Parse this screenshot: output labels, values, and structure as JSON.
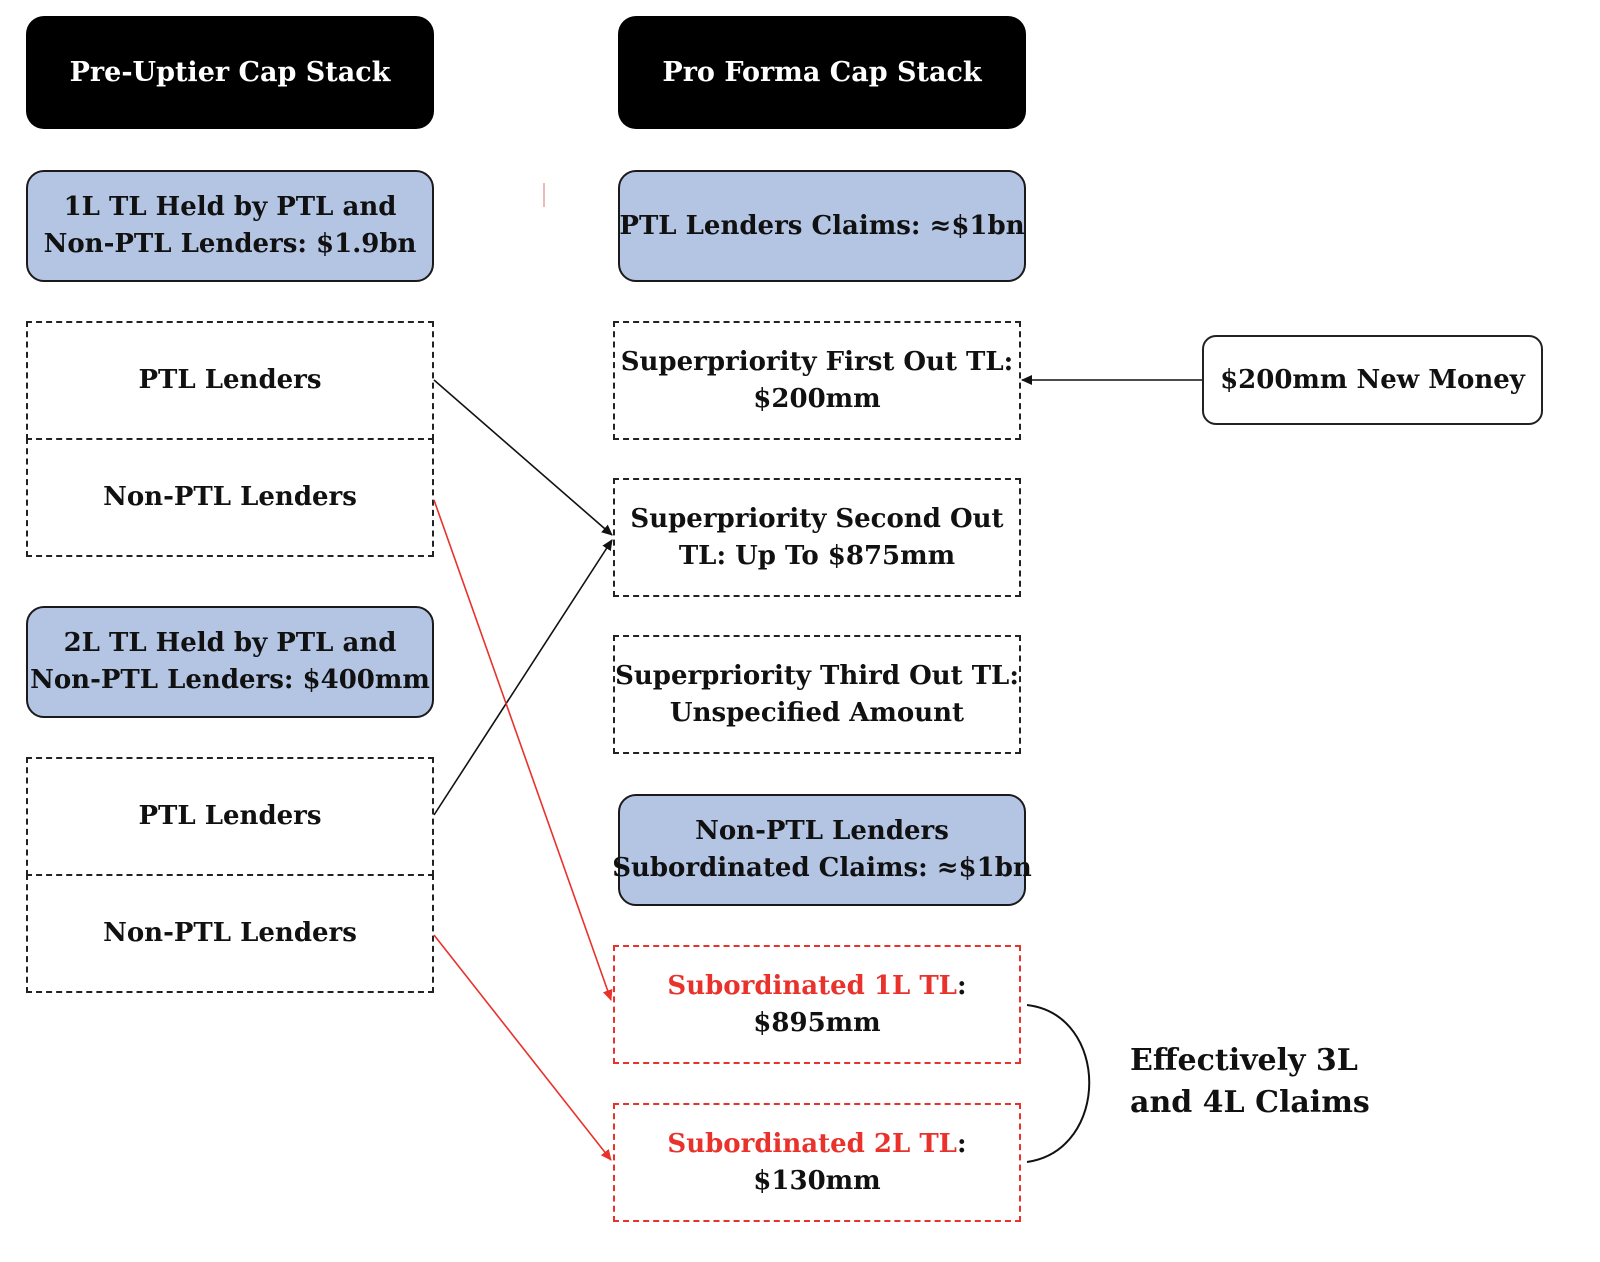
{
  "left": {
    "header": "Pre-Uptier Cap Stack",
    "first_lien": {
      "line1": "1L TL Held by PTL and",
      "line2": "Non-PTL Lenders: $1.9bn"
    },
    "first_lien_ptl": "PTL Lenders",
    "first_lien_non_ptl": "Non-PTL Lenders",
    "second_lien": {
      "line1": "2L TL Held by PTL and",
      "line2": "Non-PTL Lenders: $400mm"
    },
    "second_lien_ptl": "PTL Lenders",
    "second_lien_non_ptl": "Non-PTL Lenders"
  },
  "right": {
    "header": "Pro Forma Cap Stack",
    "ptl_claims": "PTL Lenders Claims: ≈$1bn",
    "first_out": {
      "line1": "Superpriority First Out TL:",
      "line2": "$200mm"
    },
    "second_out": {
      "line1": "Superpriority Second Out",
      "line2": "TL: Up To $875mm"
    },
    "third_out": {
      "line1": "Superpriority Third Out TL:",
      "line2": "Unspecified Amount"
    },
    "non_ptl_claims": {
      "line1": "Non-PTL Lenders",
      "line2": "Subordinated Claims: ≈$1bn"
    },
    "sub_1l": {
      "name": "Subordinated 1L TL",
      "colon": ":",
      "amount": "$895mm"
    },
    "sub_2l": {
      "name": "Subordinated 2L TL",
      "colon": ":",
      "amount": "$130mm"
    }
  },
  "new_money": "$200mm New Money",
  "bracket_note": {
    "line1": "Effectively 3L",
    "line2": "and 4L Claims"
  },
  "colors": {
    "header_bg": "#000000",
    "claim_fill": "#b4c5e4",
    "subordinated_red": "#e8322b",
    "arrow_black": "#111111"
  }
}
